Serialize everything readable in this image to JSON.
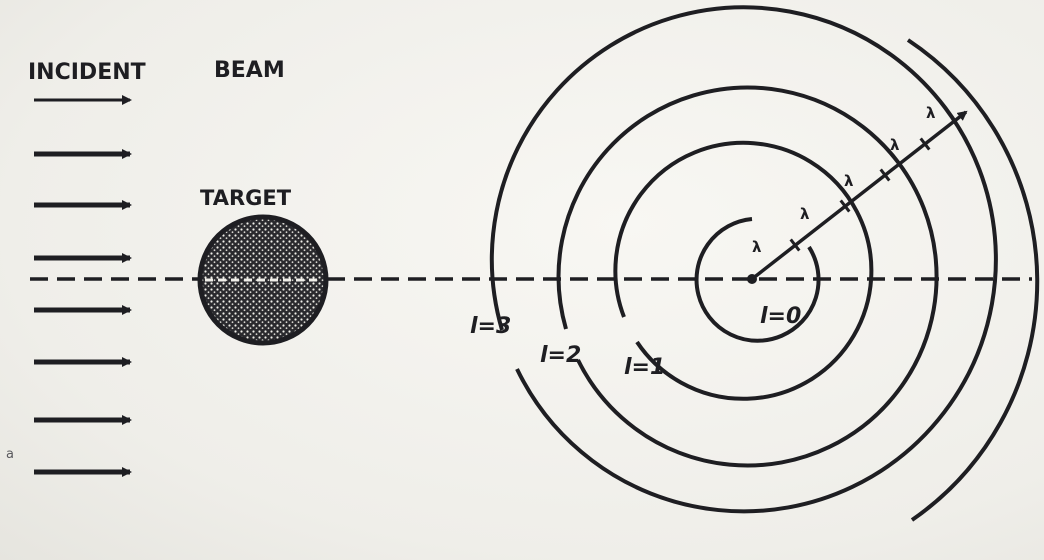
{
  "labels": {
    "incident": "INCIDENT",
    "beam": "BEAM",
    "target": "TARGET",
    "l3": "l=3",
    "l2": "l=2",
    "l1": "l=1",
    "l0": "l=0",
    "lambda": "λ",
    "stray": "a"
  },
  "beam": {
    "arrow_count": 8
  },
  "colors": {
    "ink": "#1e1e22",
    "paper": "#f3f2ee"
  }
}
